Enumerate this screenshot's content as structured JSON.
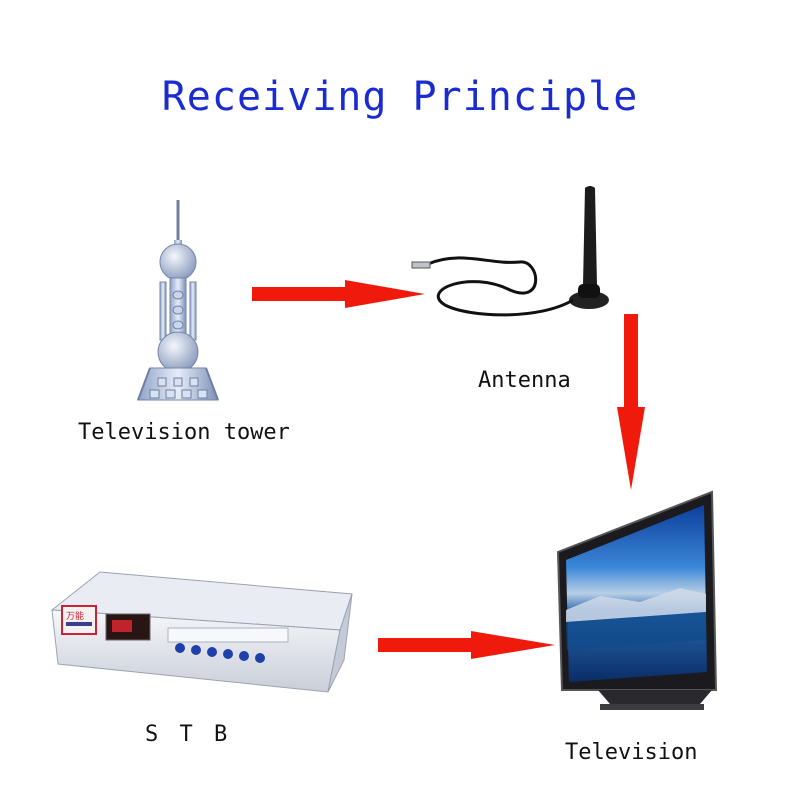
{
  "title": "Receiving Principle",
  "colors": {
    "title": "#1a2bd1",
    "arrow": "#f01a0c"
  },
  "nodes": {
    "tower": {
      "label": "Television tower",
      "icon": "television-tower-icon"
    },
    "antenna": {
      "label": "Antenna",
      "icon": "antenna-icon"
    },
    "stb": {
      "label": "S T B",
      "icon": "set-top-box-icon"
    },
    "tv": {
      "label": "Television",
      "icon": "television-icon"
    }
  },
  "edges": [
    {
      "from": "tower",
      "to": "antenna"
    },
    {
      "from": "antenna",
      "to": "tv"
    },
    {
      "from": "stb",
      "to": "tv"
    }
  ]
}
